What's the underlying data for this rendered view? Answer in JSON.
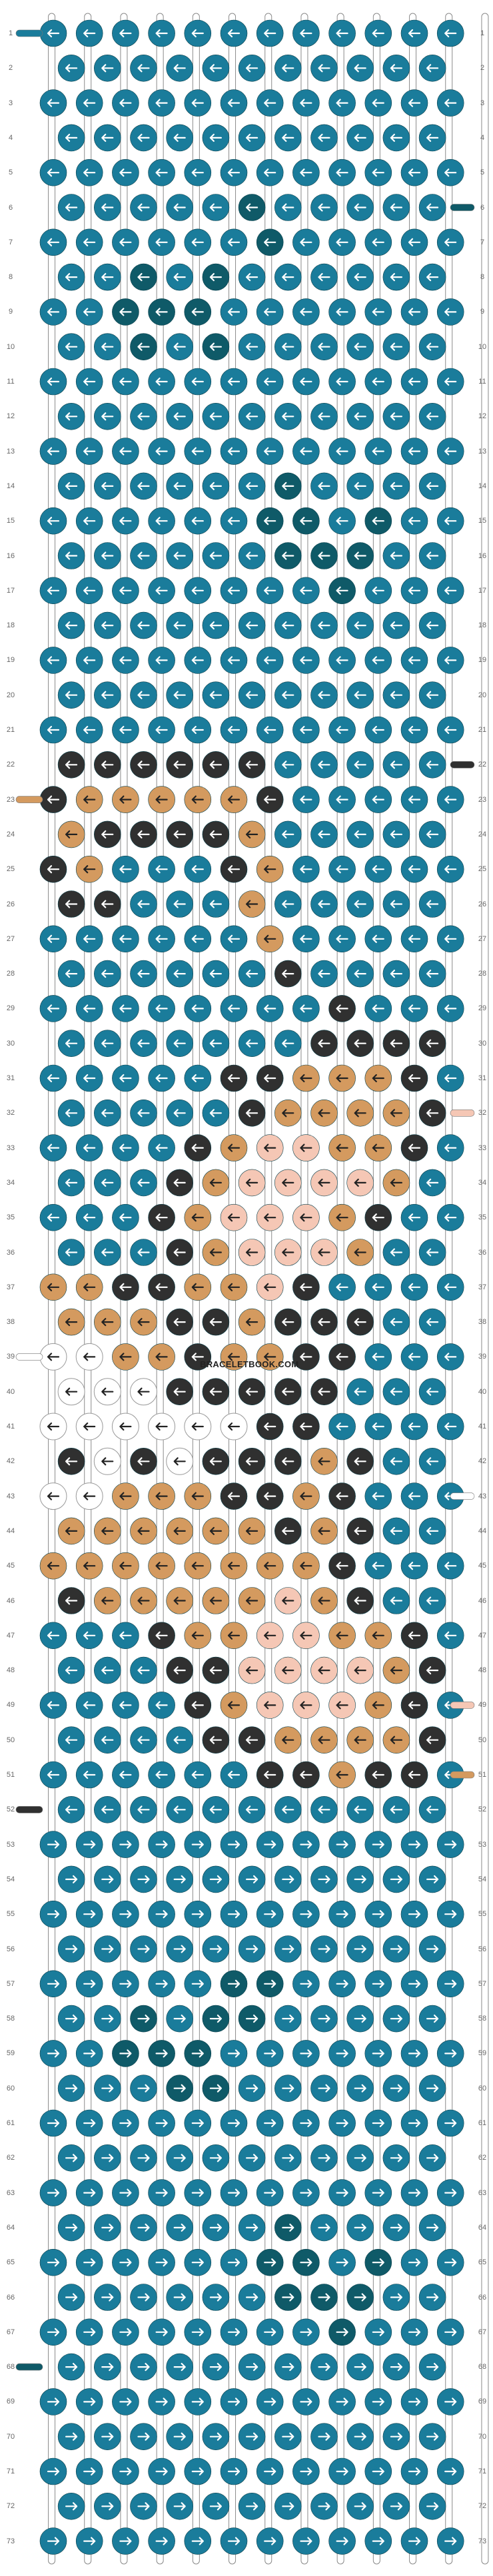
{
  "site": "BRACELETBOOK.COM",
  "colors": {
    "A": "#1a7c9b",
    "B": "#ffffff",
    "C": "#303030",
    "D": "#d49a5f",
    "E": "#f5c7b5",
    "dark_teal": "#0f5a68",
    "strand": "#ffffff",
    "strand_edge": "#8a8a8a"
  },
  "strands": [
    "A",
    "A",
    "A",
    "A",
    "A",
    "A",
    "A",
    "A",
    "A",
    "A",
    "A",
    "A",
    "A",
    "A",
    "A",
    "A",
    "A",
    "A",
    "A",
    "A",
    "A",
    "A",
    "A",
    "A",
    "A",
    "A"
  ],
  "rows": [
    "L L L L L L L L L L L L",
    "L L L L L L L L L L L",
    "L L L L L L L L L L L L",
    "L L L L L L L L L L L",
    "L L L L L L L L L L L L",
    "L L L L L L L L L L L",
    "L L L L L L L L L L L L",
    "L L L L L L L L L L L",
    "L L L L L L L L L L L L",
    "L L L L L L L L L L L",
    "L L L L L L L L L L L L",
    "L L L L L L L L L L L",
    "L L L L L L L L L L L L",
    "L L L L L L L L L L L",
    "L L L L L L L L L L L L",
    "L L L L L L L L L L L",
    "L L L L L L L L L L L L",
    "L L L L L L L L L L L",
    "L L L L L L L L L L L L",
    "L L L L L L L L L L L",
    "L L L L L L L L L L L L",
    "L L L L L L L L L L L",
    "L L L L L L L L L L L L",
    "L L L L L L L L L L L",
    "L L L L L L L L L L L L",
    "L L L L L L L L L L L",
    "L L L L L L L L L L L L",
    "L L L L L L L L L L L",
    "L L L L L L L L L L L L",
    "L L L L L L L L L L L",
    "L L L L L L L L L L L L",
    "L L L L L L L L L L L",
    "L L L L L L L L L L L L",
    "L L L L L L L L L L L",
    "L L L L L L L L L L L L",
    "L L L L L L L L L L L",
    "L L L L L L L L L L L L",
    "L L L L L L L L L L L",
    "L L L L L L L L L L L L",
    "L L L L L L L L L L L",
    "L L L L L L L L L L L L",
    "L L L L L L L L L L L",
    "L L L L L L L L L L L L",
    "L L L L L L L L L L L",
    "L L L L L L L L L L L L",
    "L L L L L L L L L L L",
    "L L L L L L L L L L L L",
    "L L L L L L L L L L L",
    "L L L L L L L L L L L L",
    "L L L L L L L L L L L",
    "L L L L L L L L L L L L",
    "L L L L L L L L L L L",
    "R R R R R R R R R R R R",
    "R R R R R R R R R R R",
    "R R R R R R R R R R R R",
    "R R R R R R R R R R R",
    "R R R R R R R R R R R R",
    "R R R R R R R R R R R",
    "R R R R R R R R R R R R",
    "R R R R R R R R R R R",
    "R R R R R R R R R R R R",
    "R R R R R R R R R R R",
    "R R R R R R R R R R R R",
    "R R R R R R R R R R R",
    "R R R R R R R R R R R R",
    "R R R R R R R R R R R",
    "R R R R R R R R R R R R",
    "R R R R R R R R R R R",
    "R R R R R R R R R R R R",
    "R R R R R R R R R R R",
    "R R R R R R R R R R R R",
    "R R R R R R R R R R R",
    "R R R R R R R R R R R R"
  ],
  "knot_colors": {
    "6": {
      "5": "dark_teal"
    },
    "7": {
      "6": "dark_teal"
    },
    "8": {
      "2": "dark_teal",
      "4": "dark_teal"
    },
    "9": {
      "2": "dark_teal",
      "3": "dark_teal",
      "4": "dark_teal"
    },
    "10": {
      "2": "dark_teal",
      "4": "dark_teal"
    },
    "14": {
      "6": "dark_teal"
    },
    "15": {
      "6": "dark_teal",
      "7": "dark_teal",
      "9": "dark_teal"
    },
    "16": {
      "6": "dark_teal",
      "7": "dark_teal",
      "8": "dark_teal"
    },
    "17": {
      "8": "dark_teal"
    },
    "22": {
      "0": "C",
      "1": "C",
      "2": "C",
      "3": "C",
      "4": "C",
      "5": "C"
    },
    "23": {
      "0": "C",
      "1": "D",
      "2": "D",
      "3": "D",
      "4": "D",
      "5": "D",
      "6": "C"
    },
    "24": {
      "0": "D",
      "1": "C",
      "2": "C",
      "3": "C",
      "4": "C",
      "5": "D"
    },
    "25": {
      "0": "C",
      "1": "D",
      "5": "C",
      "6": "D"
    },
    "26": {
      "0": "C",
      "1": "C",
      "5": "D"
    },
    "27": {
      "6": "D"
    },
    "28": {
      "6": "C"
    },
    "29": {
      "8": "C"
    },
    "30": {
      "7": "C",
      "8": "C",
      "9": "C",
      "10": "C"
    },
    "31": {
      "5": "C",
      "6": "C",
      "7": "D",
      "8": "D",
      "9": "D",
      "10": "C"
    },
    "32": {
      "5": "C",
      "6": "D",
      "7": "D",
      "8": "D",
      "9": "D",
      "10": "C"
    },
    "33": {
      "4": "C",
      "5": "D",
      "6": "E",
      "7": "E",
      "8": "D",
      "9": "D",
      "10": "C"
    },
    "34": {
      "3": "C",
      "4": "D",
      "5": "E",
      "6": "E",
      "7": "E",
      "8": "E",
      "9": "D"
    },
    "35": {
      "3": "C",
      "4": "D",
      "5": "E",
      "6": "E",
      "7": "E",
      "8": "D",
      "9": "C"
    },
    "36": {
      "3": "C",
      "4": "D",
      "5": "E",
      "6": "E",
      "7": "E",
      "8": "D"
    },
    "37": {
      "0": "D",
      "1": "D",
      "2": "C",
      "3": "C",
      "4": "D",
      "5": "D",
      "6": "E",
      "7": "C"
    },
    "38": {
      "0": "D",
      "1": "D",
      "2": "D",
      "3": "C",
      "4": "C",
      "5": "D",
      "6": "C",
      "7": "C",
      "8": "C"
    },
    "39": {
      "0": "B",
      "1": "B",
      "2": "D",
      "3": "D",
      "4": "C",
      "5": "D",
      "6": "D",
      "7": "C",
      "8": "C"
    },
    "40": {
      "0": "B",
      "1": "B",
      "2": "B",
      "3": "C",
      "4": "C",
      "5": "C",
      "6": "C",
      "7": "C"
    },
    "41": {
      "0": "B",
      "1": "B",
      "2": "B",
      "3": "B",
      "4": "B",
      "5": "B",
      "6": "C",
      "7": "C"
    },
    "42": {
      "0": "C",
      "1": "B",
      "2": "C",
      "3": "B",
      "4": "C",
      "5": "C",
      "6": "C",
      "7": "D",
      "8": "C"
    },
    "43": {
      "0": "B",
      "1": "B",
      "2": "D",
      "3": "D",
      "4": "D",
      "5": "C",
      "6": "C",
      "7": "D",
      "8": "C"
    },
    "44": {
      "0": "D",
      "1": "D",
      "2": "D",
      "3": "D",
      "4": "D",
      "5": "D",
      "6": "C",
      "7": "D",
      "8": "C"
    },
    "45": {
      "0": "D",
      "1": "D",
      "2": "D",
      "3": "D",
      "4": "D",
      "5": "D",
      "6": "D",
      "7": "D",
      "8": "C"
    },
    "46": {
      "0": "C",
      "1": "D",
      "2": "D",
      "3": "D",
      "4": "D",
      "5": "D",
      "6": "E",
      "7": "D",
      "8": "C"
    },
    "47": {
      "3": "C",
      "4": "D",
      "5": "D",
      "6": "E",
      "7": "E",
      "8": "D",
      "9": "D",
      "10": "C"
    },
    "48": {
      "3": "C",
      "4": "C",
      "5": "E",
      "6": "E",
      "7": "E",
      "8": "E",
      "9": "D",
      "10": "C"
    },
    "49": {
      "4": "C",
      "5": "D",
      "6": "E",
      "7": "E",
      "8": "E",
      "9": "D",
      "10": "C"
    },
    "50": {
      "4": "C",
      "5": "C",
      "6": "D",
      "7": "D",
      "8": "D",
      "9": "D",
      "10": "C"
    },
    "51": {
      "6": "C",
      "7": "C",
      "8": "D",
      "9": "C",
      "10": "C"
    },
    "57": {
      "5": "dark_teal",
      "6": "dark_teal"
    },
    "58": {
      "2": "dark_teal",
      "4": "dark_teal",
      "5": "dark_teal"
    },
    "59": {
      "2": "dark_teal",
      "3": "dark_teal",
      "4": "dark_teal"
    },
    "60": {
      "3": "dark_teal",
      "4": "dark_teal"
    },
    "64": {
      "6": "dark_teal"
    },
    "65": {
      "6": "dark_teal",
      "7": "dark_teal",
      "9": "dark_teal"
    },
    "66": {
      "6": "dark_teal",
      "7": "dark_teal",
      "8": "dark_teal"
    },
    "67": {
      "8": "dark_teal"
    }
  },
  "row_count": 73
}
